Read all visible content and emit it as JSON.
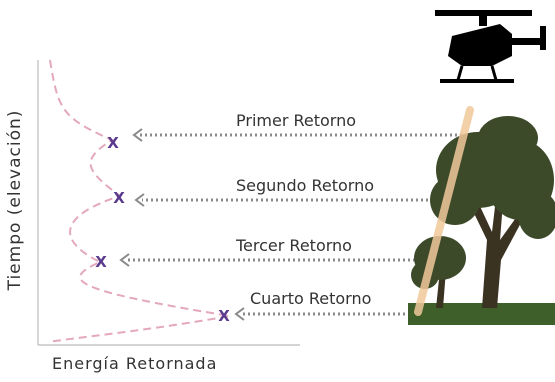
{
  "axes": {
    "y_label": "Tiempo (elevación)",
    "x_label": "Energía Retornada"
  },
  "returns": [
    {
      "label": "Primer Retorno",
      "marker": "X"
    },
    {
      "label": "Segundo Retorno",
      "marker": "X"
    },
    {
      "label": "Tercer Retorno",
      "marker": "X"
    },
    {
      "label": "Cuarto Retorno",
      "marker": "X"
    }
  ],
  "icons": [
    "helicopter-icon",
    "tree-icon"
  ],
  "colors": {
    "waveform": "#e3a8bc",
    "marker": "#5a3a8c",
    "arrow": "#8a8a8a",
    "laser": "#f0c89a",
    "foliage": "#3d4a2a",
    "ground": "#3e5f2a",
    "text": "#333333"
  }
}
